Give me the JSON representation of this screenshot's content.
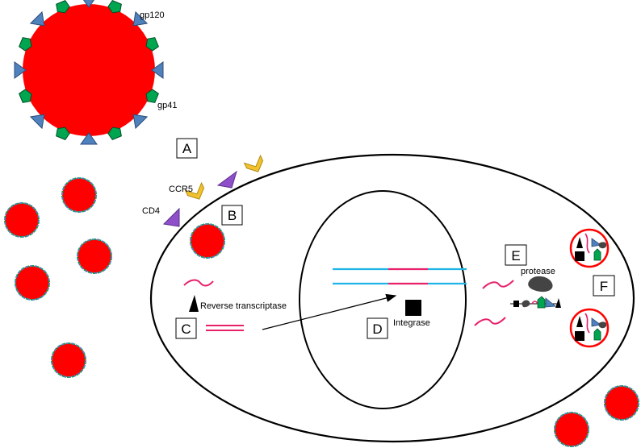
{
  "labels": {
    "gp120": "gp120",
    "gp41": "gp41",
    "ccr5": "CCR5",
    "cd4": "CD4",
    "reverse_transcriptase": "Reverse transcriptase",
    "integrase": "Integrase",
    "protease": "protease"
  },
  "steps": {
    "a": "A",
    "b": "B",
    "c": "C",
    "d": "D",
    "e": "E",
    "f": "F"
  },
  "colors": {
    "virus_body": "#ff0000",
    "gp120": "#4f81bd",
    "gp41": "#00a550",
    "ccr5": "#f2c12e",
    "cd4": "#8e4fc9",
    "rna": "#e8206a",
    "dna": "#1fb4e6",
    "enzyme": "#000000",
    "protease": "#444444"
  },
  "icons": {
    "virus": "hiv-virion-icon",
    "cd4": "cd4-receptor-icon",
    "ccr5": "ccr5-coreceptor-icon"
  }
}
